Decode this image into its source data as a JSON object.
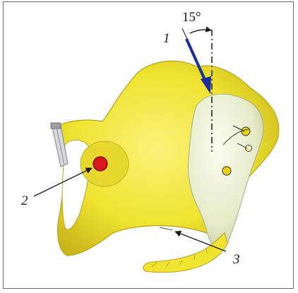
{
  "figure": {
    "angle_label": "15°",
    "callouts": [
      {
        "id": "1",
        "label": "1"
      },
      {
        "id": "2",
        "label": "2"
      },
      {
        "id": "3",
        "label": "3"
      }
    ]
  },
  "colors": {
    "bone": "#f2e838",
    "bone_shadow": "#b9a91a",
    "sacrum": "#ecefd6",
    "arrow": "#1c2f9a",
    "marker": "#d8161d"
  }
}
